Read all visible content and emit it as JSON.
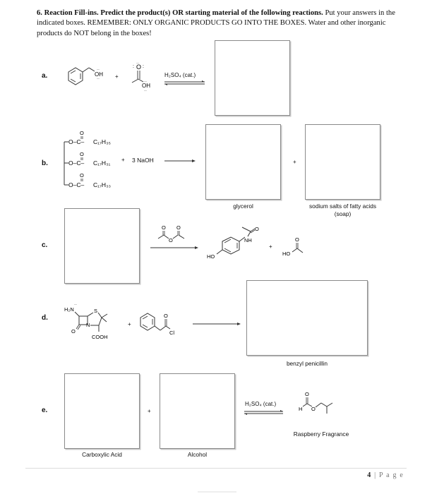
{
  "question": {
    "number": "6.",
    "title": "Reaction Fill-ins.",
    "instruction_bold": "Predict the product(s) OR starting material of the following reactions.",
    "instruction_rest": "Put your answers in the indicated boxes.  REMEMBER:  ONLY ORGANIC PRODUCTS GO INTO THE BOXES.  Water and other inorganic products do NOT belong in the boxes!"
  },
  "reactions": {
    "a": {
      "label": "a.",
      "reactant1": "benzyl alcohol (Ph-CH2-OH)",
      "reactant1_text": "OH",
      "reactant2": "acetic acid",
      "reactant2_text_O": "O",
      "reactant2_text_OH": "OH",
      "plus": "+",
      "reagent": "H₂SO₄ (cat.)",
      "arrow": "equilibrium",
      "answer_box": ""
    },
    "b": {
      "label": "b.",
      "triglyceride_chains": [
        "C₁₇H₃₅",
        "C₁₇H₃₁",
        "C₁₇H₃₃"
      ],
      "ester_O": "O",
      "ester_C": "C",
      "plus": "+",
      "reagent": "3 NaOH",
      "arrow": "forward",
      "box1_caption": "glycerol",
      "box2_caption_line1": "sodium salts of fatty acids",
      "box2_caption_line2": "(soap)",
      "plus_between_boxes": "+"
    },
    "c": {
      "label": "c.",
      "reagent": "acetic anhydride",
      "arrow": "forward",
      "product1": "acetaminophen",
      "product1_text_HO": "HO",
      "product1_text_NH": "NH",
      "product1_text_O": "O",
      "plus": "+",
      "product2": "acetic acid",
      "product2_text_HO": "HO",
      "product2_text_O": "O"
    },
    "d": {
      "label": "d.",
      "reactant1": "6-aminopenicillanic acid",
      "reactant1_text_H2N": "H₂N",
      "reactant1_text_S": "S",
      "reactant1_text_N": "N",
      "reactant1_text_O": "O",
      "reactant1_text_COOH": "COOH",
      "plus": "+",
      "reactant2": "phenylacetyl chloride",
      "reactant2_text_O": "O",
      "reactant2_text_Cl": "Cl",
      "arrow": "forward",
      "box_caption": "benzyl penicillin"
    },
    "e": {
      "label": "e.",
      "box1_caption": "Carboxylic Acid",
      "box2_caption": "Alcohol",
      "plus": "+",
      "reagent": "H₂SO₄ (cat.)",
      "arrow": "equilibrium",
      "product": "isobutyl formate",
      "product_text_H": "H",
      "product_text_O1": "O",
      "product_text_O2": "O",
      "product_caption": "Raspberry Fragrance"
    }
  },
  "footer": {
    "page_number": "4",
    "page_label": "| P a g e"
  }
}
